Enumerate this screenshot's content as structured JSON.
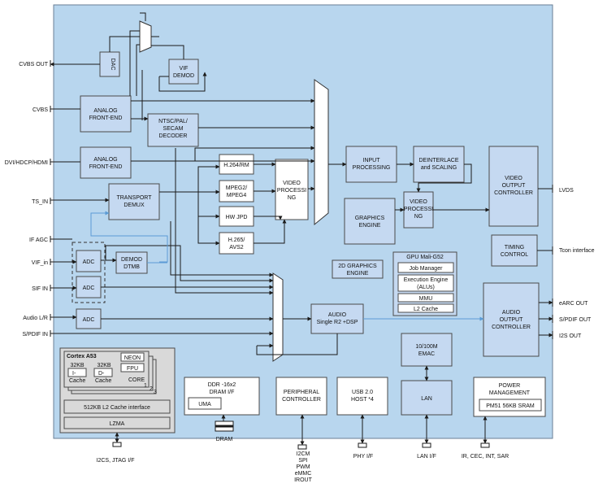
{
  "blocks": {
    "dac": "DAC",
    "vif_demod": [
      "VIF",
      "DEMOD"
    ],
    "afe1": [
      "ANALOG",
      "FRONT-END"
    ],
    "ntsc": [
      "NTSC/PAL/",
      "SECAM",
      "DECODER"
    ],
    "afe2": [
      "ANALOG",
      "FRONT-END"
    ],
    "transport": [
      "TRANSPORT",
      "DEMUX"
    ],
    "h264": "H.264/RM",
    "mpeg": [
      "MPEG2/",
      "MPEG4"
    ],
    "hwjpd": "HW JPD",
    "h265": [
      "H.265/",
      "AVS2"
    ],
    "vproc1": [
      "VIDEO",
      "PROCESSI",
      "NG"
    ],
    "input_proc": [
      "INPUT",
      "PROCESSING"
    ],
    "deinterlace": [
      "DEINTERLACE",
      "and SCALING"
    ],
    "graphics": [
      "GRAPHICS",
      "ENGINE"
    ],
    "vproc2": [
      "VIDEO",
      "PROCESSI",
      "NG"
    ],
    "video_out": [
      "VIDEO",
      "OUTPUT",
      "CONTROLLER"
    ],
    "timing": [
      "TIMING",
      "CONTROL"
    ],
    "adc": "ADC",
    "demod_dtmb": [
      "DEMOD",
      "DTMB"
    ],
    "gfx2d": [
      "2D GRAPHICS",
      "ENGINE"
    ],
    "gpu_title": "GPU Mali-G52",
    "gpu_items": [
      "Job Manager",
      "Execution Engine",
      "(ALUs)",
      "MMU",
      "L2 Cache"
    ],
    "audio": [
      "AUDIO",
      "Single R2 +DSP"
    ],
    "audio_out": [
      "AUDIO",
      "OUTPUT",
      "CONTROLLER"
    ],
    "emac": [
      "10/100M",
      "EMAC"
    ],
    "cortex": "Cortex A53",
    "neon": "NEON",
    "fpu": "FPU",
    "core": "CORE",
    "core_nums": [
      "1",
      "2",
      "3"
    ],
    "kb32a": "32KB",
    "kb32b": "32KB",
    "icache": [
      "I-",
      "Cache"
    ],
    "dcache": [
      "D-",
      "Cache"
    ],
    "l2": "512KB L2 Cache  interface",
    "lzma": "LZMA",
    "ddr": [
      "DDR -16x2",
      "DRAM I/F"
    ],
    "uma": "UMA",
    "periph": [
      "PERIPHERAL",
      "CONTROLLER"
    ],
    "usb": [
      "USB 2.0",
      "HOST *4"
    ],
    "lan": "LAN",
    "power": [
      "POWER",
      "MANAGEMENT"
    ],
    "pm51": "PM51 56KB SRAM",
    "dram": "DRAM"
  },
  "left_io": [
    "CVBS OUT",
    "CVBS",
    "DVI/HDCP/HDMI",
    "TS_IN",
    "IF AGC",
    "VIF_in",
    "SIF IN",
    "Audio L/R",
    "S/PDIF IN"
  ],
  "right_io": [
    "LVDS",
    "Tcon interface",
    "eARC OUT",
    "S/PDIF OUT",
    "I2S OUT"
  ],
  "bottom_io": {
    "i2cs": "I2CS, JTAG I/F",
    "periph": [
      "I2CM",
      "SPI",
      "PWM",
      "eMMC",
      "IROUT"
    ],
    "phy": "PHY I/F",
    "lan": "LAN I/F",
    "misc": "IR, CEC, INT, SAR"
  }
}
